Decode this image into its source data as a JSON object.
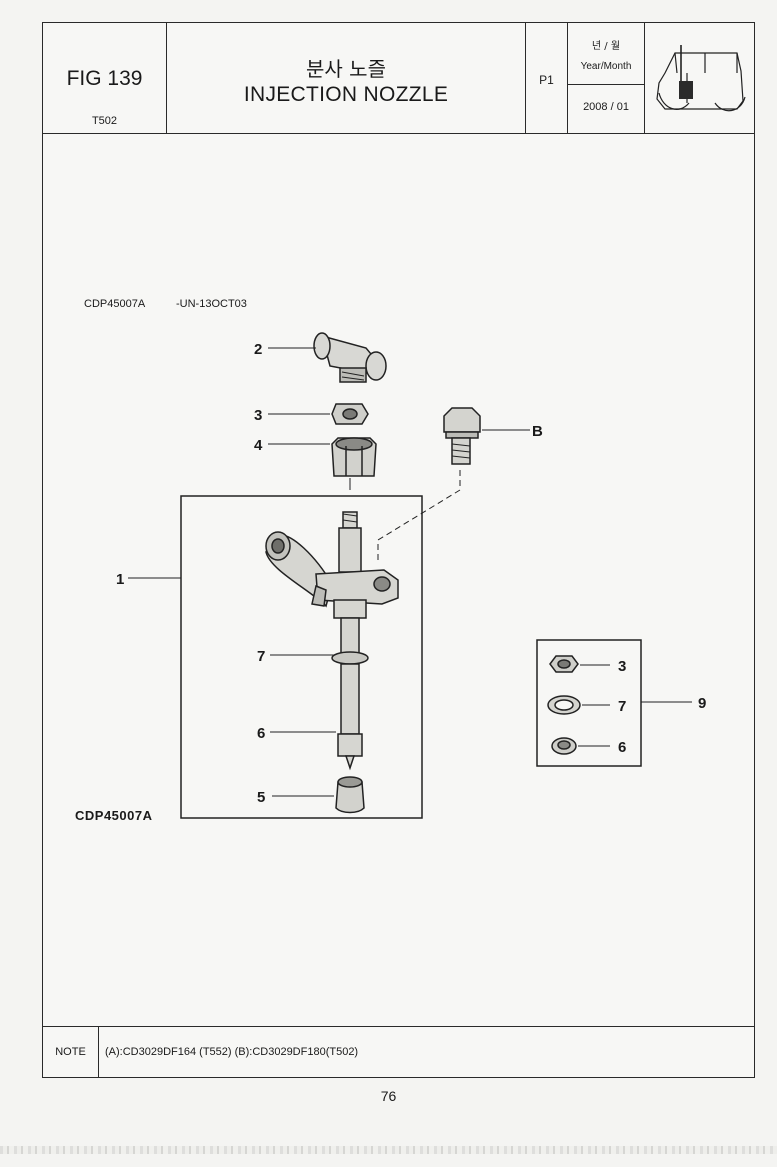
{
  "header": {
    "fig_label": "FIG 139",
    "model": "T502",
    "title_korean": "분사 노즐",
    "title_english": "INJECTION NOZZLE",
    "page_code": "P1",
    "year_month_korean": "년 / 월",
    "year_month_english": "Year/Month",
    "date": "2008 / 01",
    "thumbnail_icon": "tractor-icon"
  },
  "diagram": {
    "reference_code": "CDP45007A",
    "reference_suffix": "-UN-13OCT03",
    "bottom_code": "CDP45007A",
    "callouts": {
      "c1": "1",
      "c2": "2",
      "c3": "3",
      "c4": "4",
      "cB": "B",
      "c7": "7",
      "c6": "6",
      "c5": "5",
      "k3": "3",
      "k7": "7",
      "k6": "6",
      "k9": "9"
    }
  },
  "note": {
    "label": "NOTE",
    "text": "(A):CD3029DF164 (T552)  (B):CD3029DF180(T502)"
  },
  "page_number": "76"
}
